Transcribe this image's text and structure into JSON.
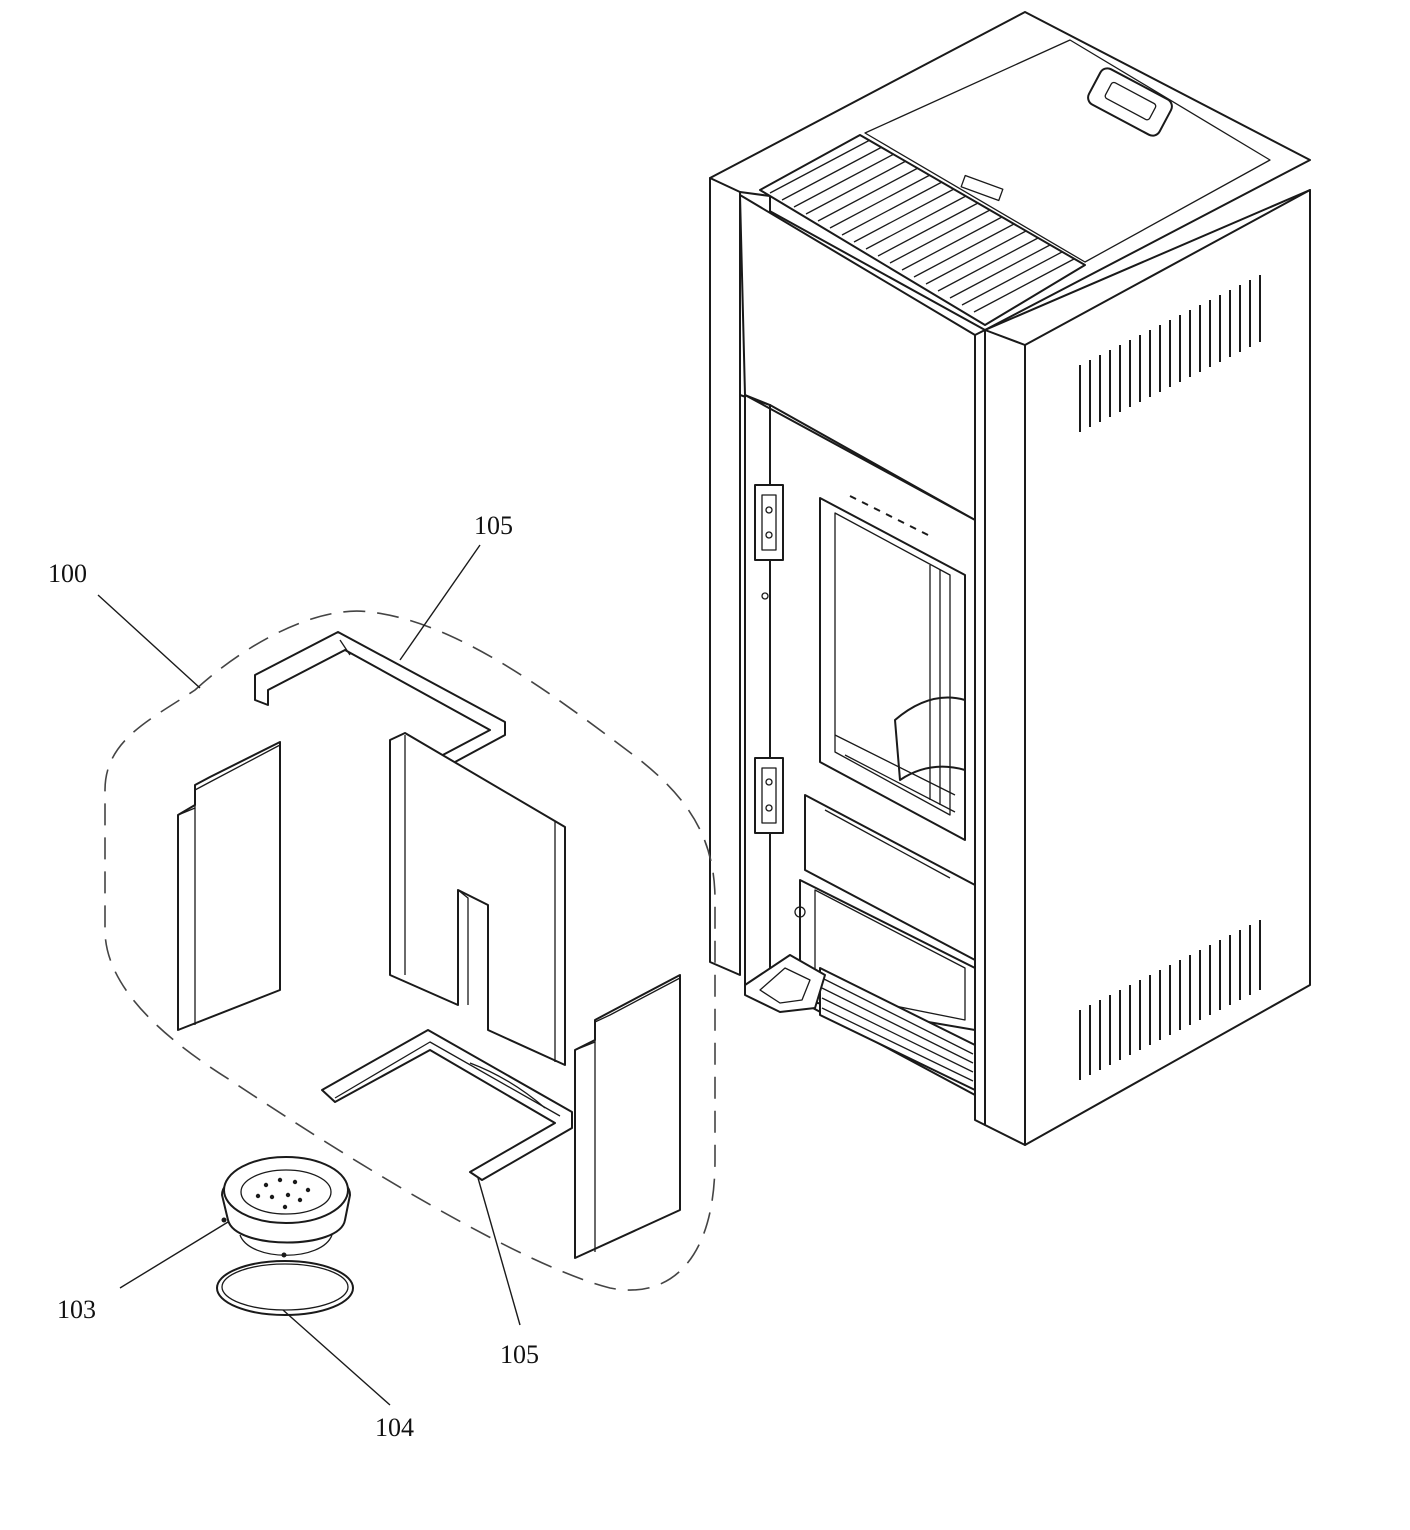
{
  "callouts": [
    {
      "id": "100",
      "text": "100"
    },
    {
      "id": "105-top",
      "text": "105"
    },
    {
      "id": "103",
      "text": "103"
    },
    {
      "id": "105-bottom",
      "text": "105"
    },
    {
      "id": "104",
      "text": "104"
    }
  ],
  "colors": {
    "line": "#1a1a1a",
    "background": "#ffffff"
  }
}
